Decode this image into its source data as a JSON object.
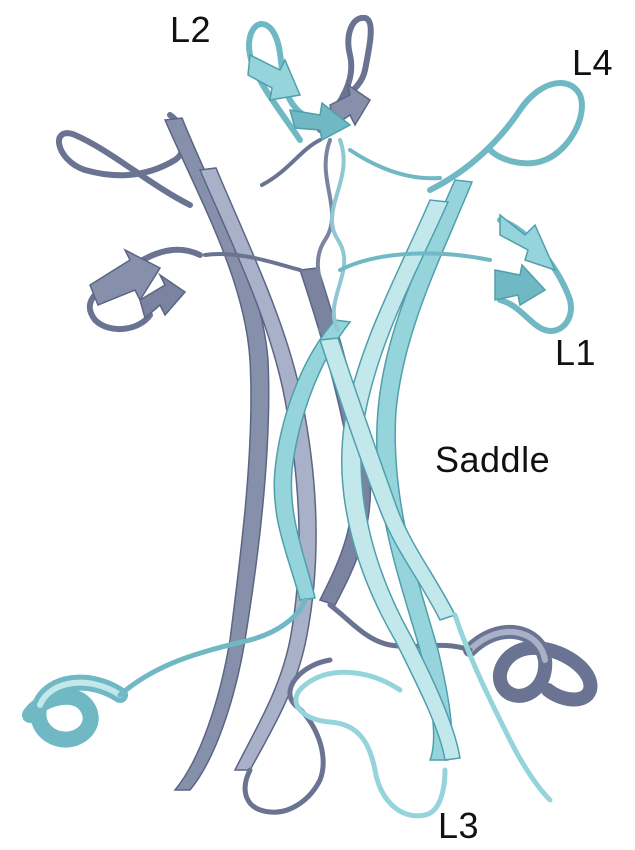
{
  "figure": {
    "labels": {
      "l2": "L2",
      "l4": "L4",
      "l1": "L1",
      "saddle": "Saddle",
      "l3": "L3"
    },
    "colors": {
      "chain_a": "#8690aa",
      "chain_a_dark": "#6a7492",
      "chain_a_light": "#a8b1c8",
      "chain_b": "#96d4dc",
      "chain_b_dark": "#6fb8c4",
      "chain_b_light": "#c3e8ec"
    }
  }
}
